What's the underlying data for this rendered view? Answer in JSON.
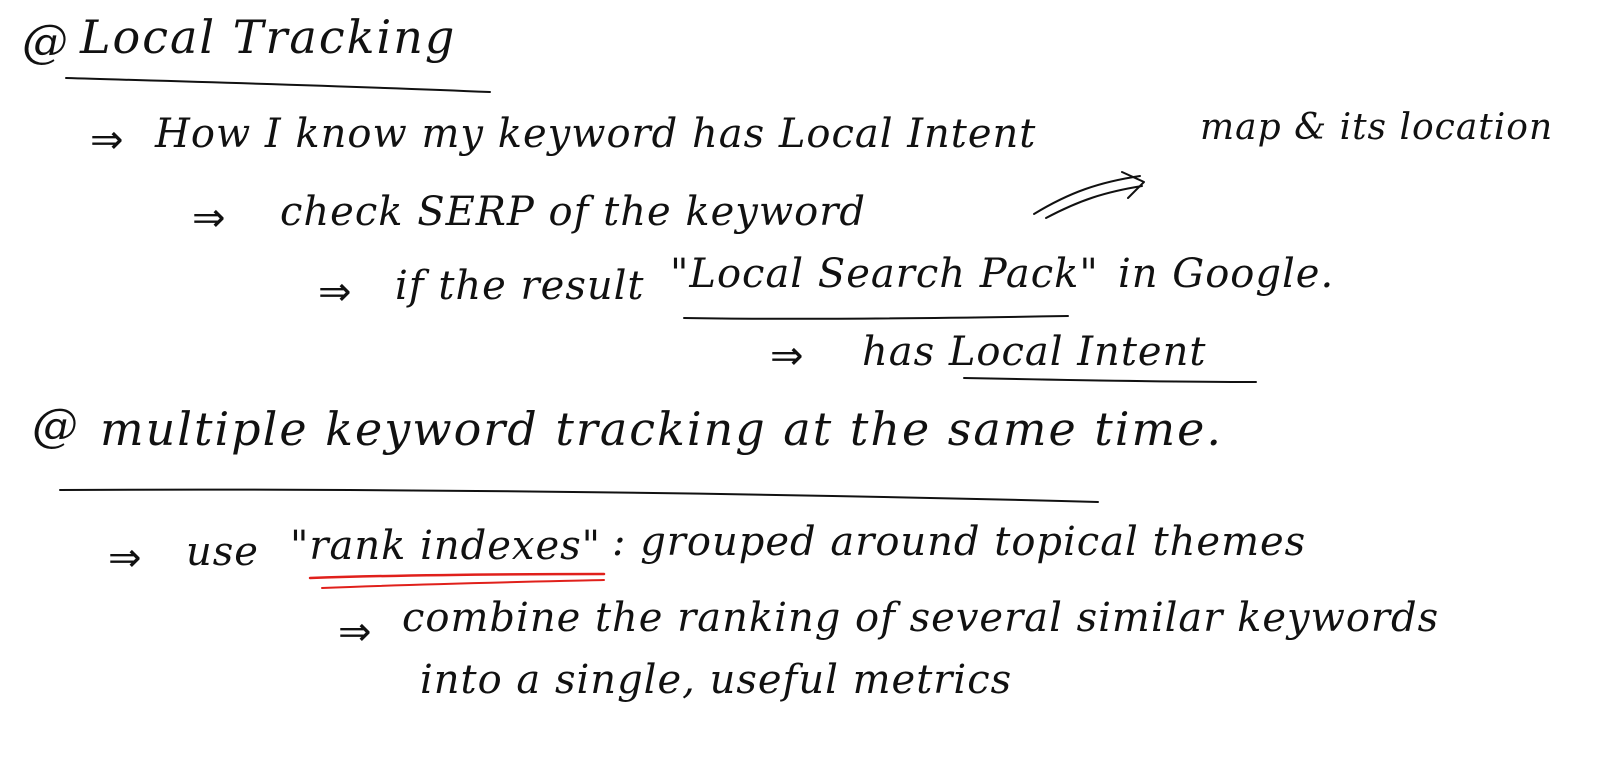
{
  "colors": {
    "ink": "#111111",
    "highlight": "#e0201b",
    "paper": "#ffffff"
  },
  "notes": {
    "section1": {
      "bullet": "@",
      "title": "Local Tracking",
      "lines": [
        {
          "arrow": "⇒",
          "text": "How I know my keyword has Local Intent"
        },
        {
          "arrow": "⇒",
          "text": "check SERP of the keyword"
        },
        {
          "arrow": "⇒",
          "text": "if the result",
          "quoted": "\"Local Search Pack\"",
          "tail": "in Google."
        },
        {
          "arrow": "⇒",
          "text": "has Local Intent"
        }
      ],
      "side_note": "map & its location"
    },
    "section2": {
      "bullet": "@",
      "title": "multiple keyword tracking at the same time.",
      "lines": [
        {
          "arrow": "⇒",
          "text": "use",
          "quoted": "\"rank indexes\"",
          "tail": ": grouped around topical themes"
        },
        {
          "arrow": "⇒",
          "text": "combine the ranking of several similar keywords"
        },
        {
          "text": "into a single, useful metrics"
        }
      ]
    }
  }
}
